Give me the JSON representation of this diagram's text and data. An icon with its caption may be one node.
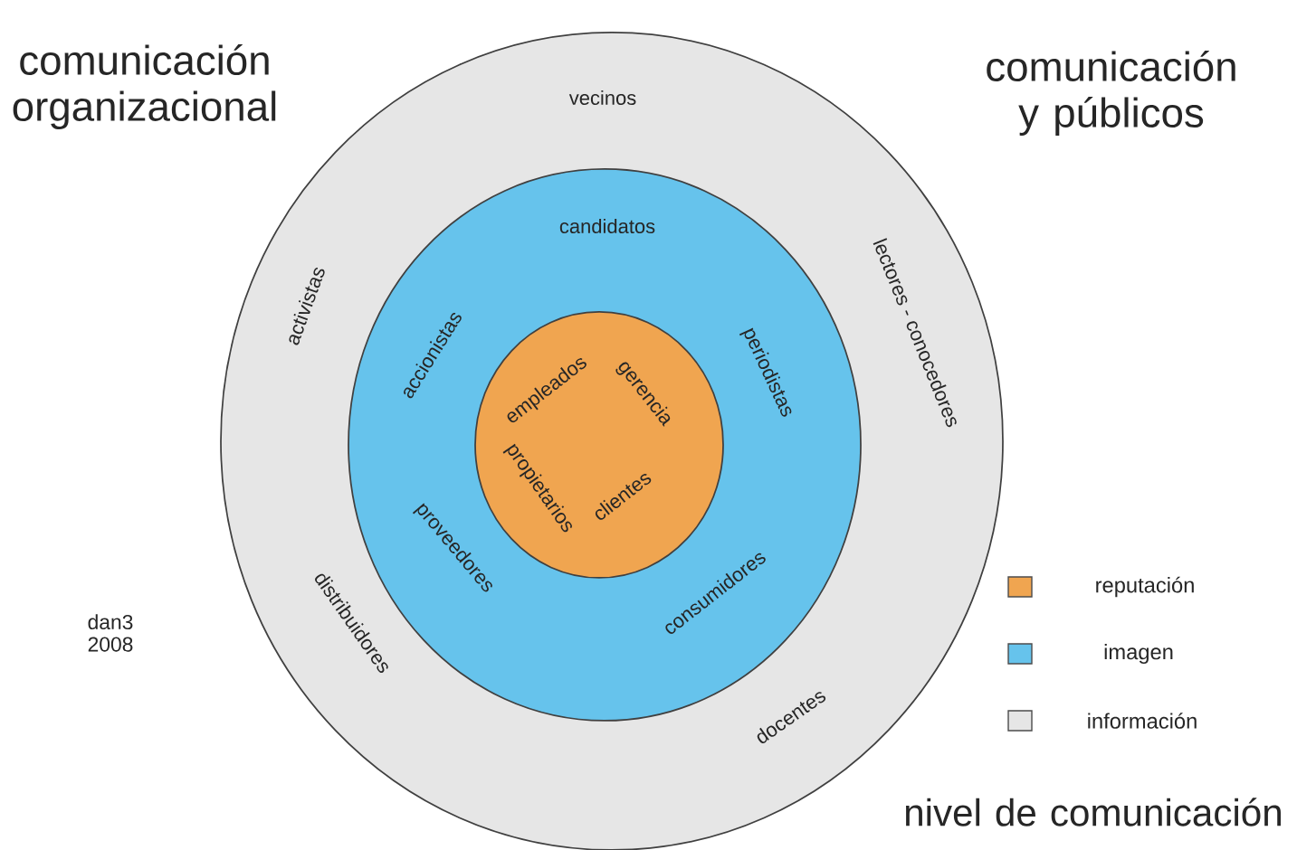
{
  "diagram": {
    "nodes": [
      {
        "text": [
          "vecinos",
          "activistas",
          "lectores - conocedores",
          "distribuidores",
          "docentes"
        ]
      },
      {
        "text": [
          "candidatos",
          "accionistas",
          "periodistas",
          "proveedores",
          "consumidores"
        ],
        "in": 0
      },
      {
        "text": [
          "empleados",
          "gerencia",
          "propietarios",
          "clientes"
        ],
        "in": 1
      }
    ],
    "labels": [
      "comunicación organizacional",
      "comunicación y públicos",
      "dan3 2008",
      "nivel de comunicación"
    ],
    "legend": [
      {
        "text": "reputación",
        "color": "#f0a550"
      },
      {
        "text": "imagen",
        "color": "#66c3ec"
      },
      {
        "text": "información",
        "color": "#e6e6e6"
      }
    ]
  }
}
